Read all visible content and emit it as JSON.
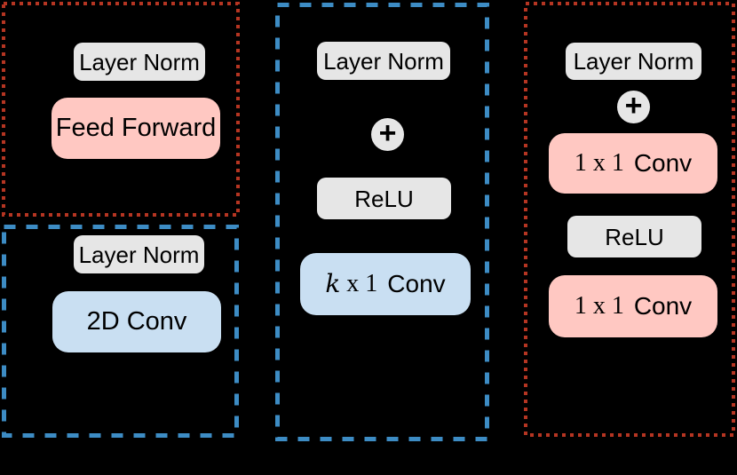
{
  "colors": {
    "background": "#000000",
    "red_border": "#b53522",
    "blue_border": "#3d8cc4",
    "box_gray": "#e6e6e6",
    "box_pink": "#ffc8c2",
    "box_blue": "#c9dff2",
    "text": "#000000"
  },
  "panels": [
    {
      "name": "feed-forward-module",
      "border": "red-dotted",
      "blocks": [
        {
          "label": "Layer Norm"
        },
        {
          "label": "Feed Forward"
        }
      ]
    },
    {
      "name": "conv-2d-module",
      "border": "blue-dashed",
      "blocks": [
        {
          "label": "Layer Norm"
        },
        {
          "label": "2D Conv"
        }
      ]
    },
    {
      "name": "k-x-1-conv-module",
      "border": "blue-dashed",
      "blocks": [
        {
          "label": "Layer Norm"
        },
        {
          "label": "+"
        },
        {
          "label": "ReLU"
        },
        {
          "prefix_italic": "k",
          "prefix": " x 1",
          "label": "Conv"
        }
      ]
    },
    {
      "name": "pointwise-conv-module",
      "border": "red-dotted",
      "blocks": [
        {
          "label": "Layer Norm"
        },
        {
          "label": "+"
        },
        {
          "prefix": "1 x 1",
          "label": "Conv"
        },
        {
          "label": "ReLU"
        },
        {
          "prefix": "1 x 1",
          "label": "Conv"
        }
      ]
    }
  ]
}
